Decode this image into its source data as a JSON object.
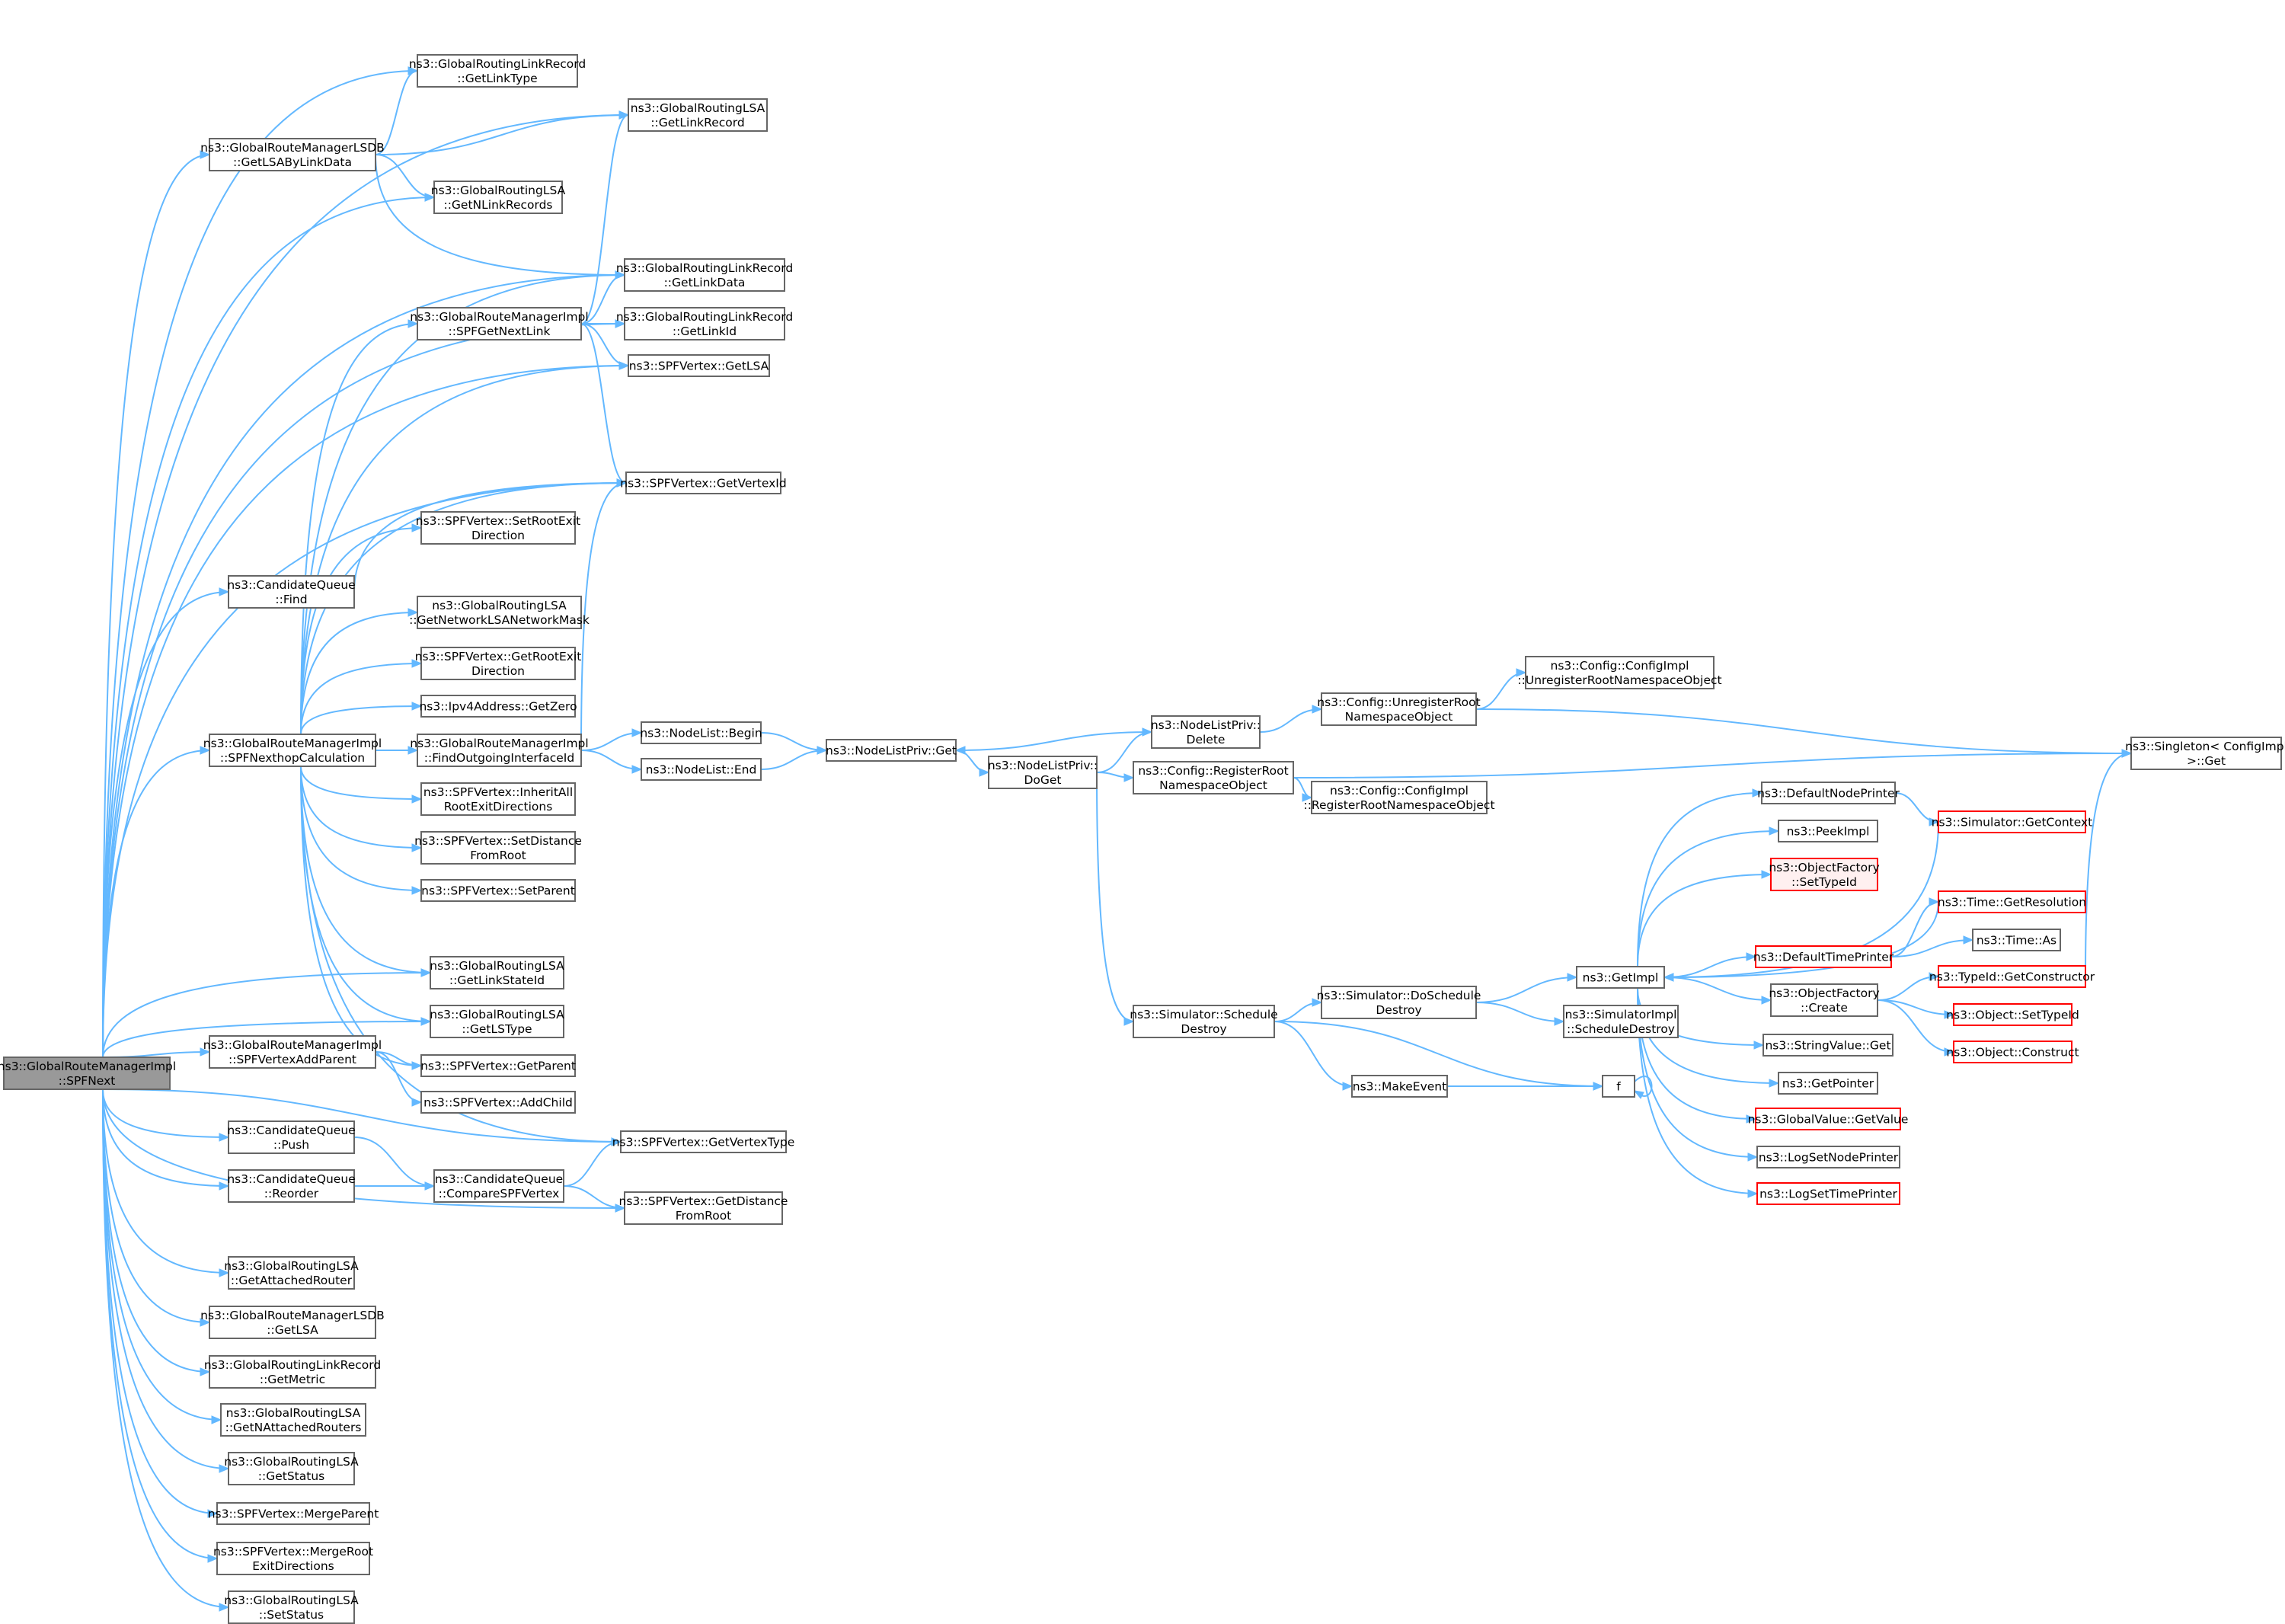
{
  "colors": {
    "edge": "#63b8ff",
    "root_fill": "#999999",
    "node_border": "#666666",
    "warn_border": "#ff0000",
    "warn_fill": "#fff0f0"
  },
  "nodes": {
    "spfnext": [
      "ns3::GlobalRouteManagerImpl",
      "::SPFNext"
    ],
    "getlsabylinkdata": [
      "ns3::GlobalRouteManagerLSDB",
      "::GetLSAByLinkData"
    ],
    "lr_getlinktype": [
      "ns3::GlobalRoutingLinkRecord",
      "::GetLinkType"
    ],
    "lsa_getlinkrecord": [
      "ns3::GlobalRoutingLSA",
      "::GetLinkRecord"
    ],
    "lsa_getnlinkrecords": [
      "ns3::GlobalRoutingLSA",
      "::GetNLinkRecords"
    ],
    "lr_getlinkdata": [
      "ns3::GlobalRoutingLinkRecord",
      "::GetLinkData"
    ],
    "spfgetnextlink": [
      "ns3::GlobalRouteManagerImpl",
      "::SPFGetNextLink"
    ],
    "lr_getlinkid": [
      "ns3::GlobalRoutingLinkRecord",
      "::GetLinkId"
    ],
    "v_getlsa": [
      "ns3::SPFVertex::GetLSA"
    ],
    "v_getvertexid": [
      "ns3::SPFVertex::GetVertexId"
    ],
    "v_setrootexit": [
      "ns3::SPFVertex::SetRootExit",
      "Direction"
    ],
    "cq_find": [
      "ns3::CandidateQueue",
      "::Find"
    ],
    "lsa_getnetmask": [
      "ns3::GlobalRoutingLSA",
      "::GetNetworkLSANetworkMask"
    ],
    "v_getrootexit": [
      "ns3::SPFVertex::GetRootExit",
      "Direction"
    ],
    "ipv4_getzero": [
      "ns3::Ipv4Address::GetZero"
    ],
    "spfnexthop": [
      "ns3::GlobalRouteManagerImpl",
      "::SPFNexthopCalculation"
    ],
    "findoutgoing": [
      "ns3::GlobalRouteManagerImpl",
      "::FindOutgoingInterfaceId"
    ],
    "nl_begin": [
      "ns3::NodeList::Begin"
    ],
    "nl_end": [
      "ns3::NodeList::End"
    ],
    "nlp_get": [
      "ns3::NodeListPriv::Get"
    ],
    "nlp_doget": [
      "ns3::NodeListPriv::",
      "DoGet"
    ],
    "nlp_delete": [
      "ns3::NodeListPriv::",
      "Delete"
    ],
    "cfg_unregister": [
      "ns3::Config::UnregisterRoot",
      "NamespaceObject"
    ],
    "cfgimpl_unregister": [
      "ns3::Config::ConfigImpl",
      "::UnregisterRootNamespaceObject"
    ],
    "cfg_register": [
      "ns3::Config::RegisterRoot",
      "NamespaceObject"
    ],
    "cfgimpl_register": [
      "ns3::Config::ConfigImpl",
      "::RegisterRootNamespaceObject"
    ],
    "singleton_get": [
      "ns3::Singleton< ConfigImpl",
      " >::Get"
    ],
    "v_inheritall": [
      "ns3::SPFVertex::InheritAll",
      "RootExitDirections"
    ],
    "v_setdistance": [
      "ns3::SPFVertex::SetDistance",
      "FromRoot"
    ],
    "v_setparent": [
      "ns3::SPFVertex::SetParent"
    ],
    "lsa_getlinkstateid": [
      "ns3::GlobalRoutingLSA",
      "::GetLinkStateId"
    ],
    "lsa_getlstype": [
      "ns3::GlobalRoutingLSA",
      "::GetLSType"
    ],
    "spfvertexaddparent": [
      "ns3::GlobalRouteManagerImpl",
      "::SPFVertexAddParent"
    ],
    "v_getparent": [
      "ns3::SPFVertex::GetParent"
    ],
    "v_addchild": [
      "ns3::SPFVertex::AddChild"
    ],
    "cq_push": [
      "ns3::CandidateQueue",
      "::Push"
    ],
    "cq_reorder": [
      "ns3::CandidateQueue",
      "::Reorder"
    ],
    "cq_compare": [
      "ns3::CandidateQueue",
      "::CompareSPFVertex"
    ],
    "v_getvertextype": [
      "ns3::SPFVertex::GetVertexType"
    ],
    "v_getdistance": [
      "ns3::SPFVertex::GetDistance",
      "FromRoot"
    ],
    "lsa_getattachedrouter": [
      "ns3::GlobalRoutingLSA",
      "::GetAttachedRouter"
    ],
    "lsdb_getlsa": [
      "ns3::GlobalRouteManagerLSDB",
      "::GetLSA"
    ],
    "lr_getmetric": [
      "ns3::GlobalRoutingLinkRecord",
      "::GetMetric"
    ],
    "lsa_getnattached": [
      "ns3::GlobalRoutingLSA",
      "::GetNAttachedRouters"
    ],
    "lsa_getstatus": [
      "ns3::GlobalRoutingLSA",
      "::GetStatus"
    ],
    "v_mergeparent": [
      "ns3::SPFVertex::MergeParent"
    ],
    "v_mergeroot": [
      "ns3::SPFVertex::MergeRoot",
      "ExitDirections"
    ],
    "lsa_setstatus": [
      "ns3::GlobalRoutingLSA",
      "::SetStatus"
    ],
    "sim_scheduledestroy": [
      "ns3::Simulator::Schedule",
      "Destroy"
    ],
    "sim_doscheduledestroy": [
      "ns3::Simulator::DoSchedule",
      "Destroy"
    ],
    "makeevent": [
      "ns3::MakeEvent"
    ],
    "getimpl": [
      "ns3::GetImpl"
    ],
    "simimpl_scheduledestroy": [
      "ns3::SimulatorImpl",
      "::ScheduleDestroy"
    ],
    "f": [
      "f"
    ],
    "defaultnodeprinter": [
      "ns3::DefaultNodePrinter"
    ],
    "sim_getcontext": [
      "ns3::Simulator::GetContext"
    ],
    "peekimpl": [
      "ns3::PeekImpl"
    ],
    "of_settypeid": [
      "ns3::ObjectFactory",
      "::SetTypeId"
    ],
    "time_getresolution": [
      "ns3::Time::GetResolution"
    ],
    "time_as": [
      "ns3::Time::As"
    ],
    "defaulttimeprinter": [
      "ns3::DefaultTimePrinter"
    ],
    "typeid_getconstructor": [
      "ns3::TypeId::GetConstructor"
    ],
    "of_create": [
      "ns3::ObjectFactory",
      "::Create"
    ],
    "obj_settypeid": [
      "ns3::Object::SetTypeId"
    ],
    "obj_construct": [
      "ns3::Object::Construct"
    ],
    "stringvalue_get": [
      "ns3::StringValue::Get"
    ],
    "getpointer": [
      "ns3::GetPointer"
    ],
    "globalvalue_getvalue": [
      "ns3::GlobalValue::GetValue"
    ],
    "logsetnodeprinter": [
      "ns3::LogSetNodePrinter"
    ],
    "logsettimeprinter": [
      "ns3::LogSetTimePrinter"
    ]
  }
}
